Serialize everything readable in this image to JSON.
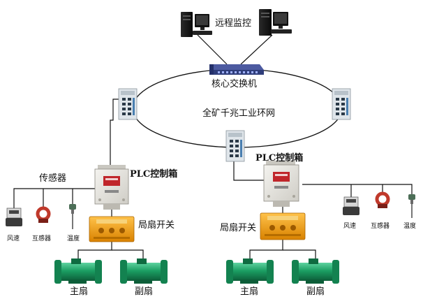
{
  "labels": {
    "remote_monitoring": "远程监控",
    "core_switch": "核心交换机",
    "ring_network": "全矿千兆工业环网",
    "sensors": "传感器",
    "plc_box_left": "PLC控制箱",
    "plc_box_right": "PLC控制箱",
    "fan_switch_left": "局扇开关",
    "fan_switch_right": "局扇开关",
    "left_sensor_wind": "风速",
    "left_sensor_ct": "互感器",
    "left_sensor_temp": "温度",
    "right_sensor_wind": "风速",
    "right_sensor_ct": "互感器",
    "right_sensor_temp": "温度",
    "left_main_fan": "主扇",
    "left_aux_fan": "副扇",
    "right_main_fan": "主扇",
    "right_aux_fan": "副扇"
  },
  "colors": {
    "line": "#111111",
    "ring": "#111111",
    "switch_body": "#dfe5ea",
    "core_switch": "#2f3d7a",
    "plc_body": "#ecebe7",
    "plc_screen": "#c0262b",
    "fan_switch": "#f0a020",
    "fan_green": "#1b9e62",
    "sensor_red": "#c0392b"
  }
}
